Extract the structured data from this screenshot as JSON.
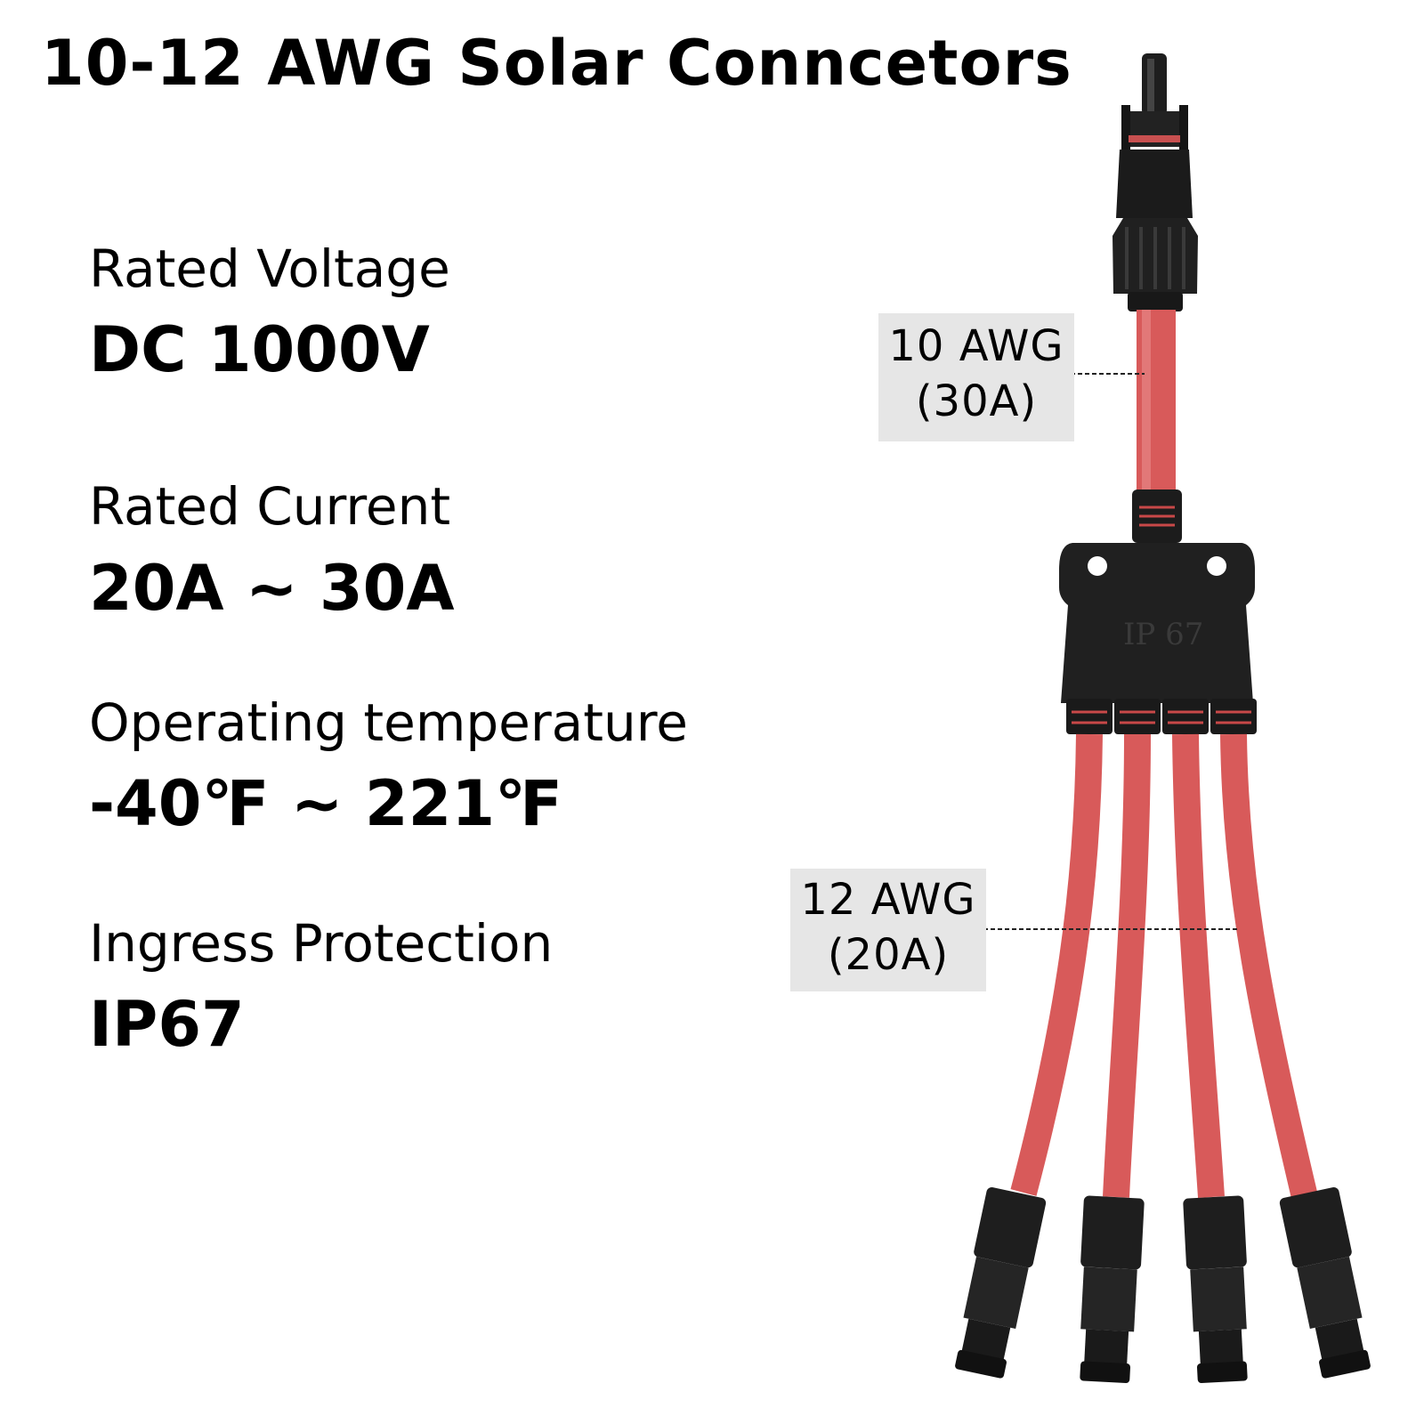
{
  "title": "10-12 AWG Solar Conncetors",
  "specs": [
    {
      "label": "Rated Voltage",
      "value": "DC 1000V"
    },
    {
      "label": "Rated Current",
      "value": "20A ~ 30A"
    },
    {
      "label": "Operating temperature",
      "value": "-40℉ ~ 221℉"
    },
    {
      "label": "Ingress Protection",
      "value": "IP67"
    }
  ],
  "callouts": {
    "main": {
      "gauge": "10 AWG",
      "current": "(30A)"
    },
    "branch": {
      "gauge": "12 AWG",
      "current": "(20A)"
    }
  },
  "hub_marking": "IP 67",
  "colors": {
    "cable": "#d85a5a",
    "connector": "#1e1e1e",
    "callout_bg": "#e6e6e6"
  }
}
